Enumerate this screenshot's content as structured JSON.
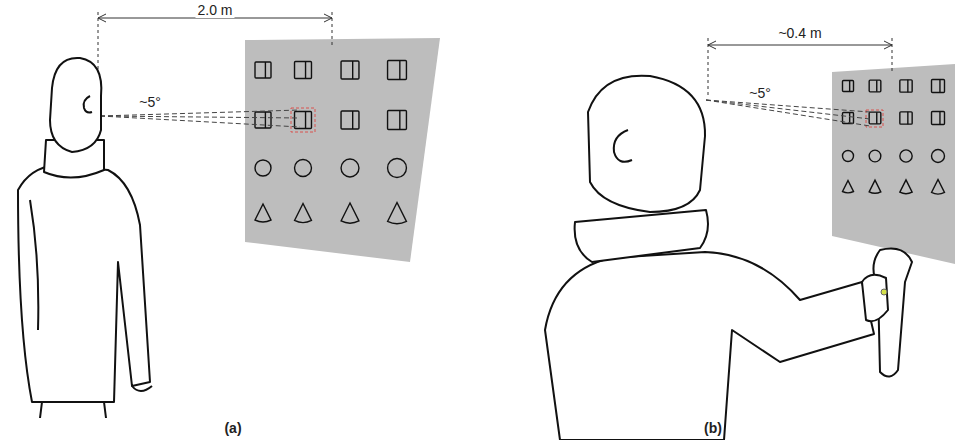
{
  "diagram": {
    "labels": [
      "2.0 m",
      "~5°",
      "(a)",
      "~0.4 m",
      "~5°",
      "(b)"
    ]
  }
}
